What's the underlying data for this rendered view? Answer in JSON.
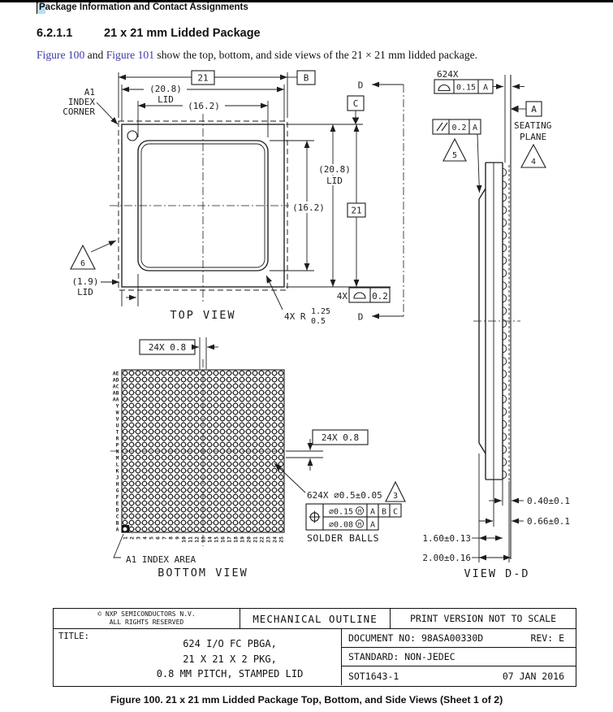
{
  "page": {
    "top_header": "Package Information and Contact Assignments",
    "section_number": "6.2.1.1",
    "section_title": "21 x 21 mm Lidded Package",
    "intro_link1": "Figure 100",
    "intro_mid": " and ",
    "intro_link2": "Figure 101",
    "intro_rest": " show the top, bottom, and side views of the 21 × 21 mm lidded package.",
    "caption": "Figure 100. 21 x 21 mm Lidded Package Top, Bottom, and Side Views (Sheet 1 of 2)"
  },
  "top_view": {
    "view_label": "TOP VIEW",
    "dim_width": "21",
    "dim_lid_width": "(20.8)",
    "dim_lid_width_suffix": "LID",
    "dim_inner_width": "(16.2)",
    "dim_lid_height": "(20.8)",
    "dim_lid_height_suffix": "LID",
    "dim_inner_height": "(16.2)",
    "dim_height": "21",
    "dim_lid_margin": "(1.9)",
    "dim_lid_margin_suffix": "LID",
    "datum_b": "B",
    "datum_c": "C",
    "section_d_top": "D",
    "section_d_bottom": "D",
    "a1_note": [
      "A1",
      "INDEX",
      "CORNER"
    ],
    "note_flag_6": "6",
    "radius_note": "4X R",
    "radius_upper": "1.25",
    "radius_lower": "0.5",
    "flatness_qty": "4X",
    "flatness_value": "0.2"
  },
  "bottom_view": {
    "view_label": "BOTTOM VIEW",
    "pitch_note_top": "24X 0.8",
    "pitch_note_side": "24X 0.8",
    "ball_note": "624X ∅0.5±0.05",
    "ball_note_flag": "3",
    "fcf_tol1": "∅0.15",
    "fcf_mod1": "M",
    "fcf_datum_a": "A",
    "fcf_datum_b": "B",
    "fcf_datum_c": "C",
    "fcf_tol2": "∅0.08",
    "fcf_mod2": "M",
    "fcf_datum_a2": "A",
    "solder_balls_label": "SOLDER BALLS",
    "a1_index_label": "A1 INDEX AREA",
    "row_labels": [
      "AE",
      "AD",
      "AC",
      "AB",
      "AA",
      "Y",
      "W",
      "V",
      "U",
      "T",
      "R",
      "P",
      "N",
      "M",
      "L",
      "K",
      "J",
      "H",
      "G",
      "F",
      "E",
      "D",
      "C",
      "B",
      "A"
    ],
    "col_labels": [
      "1",
      "2",
      "3",
      "4",
      "5",
      "6",
      "7",
      "8",
      "9",
      "10",
      "11",
      "12",
      "13",
      "14",
      "15",
      "16",
      "17",
      "18",
      "19",
      "20",
      "21",
      "22",
      "23",
      "24",
      "25"
    ]
  },
  "side_view": {
    "view_label": "VIEW D-D",
    "crown_qty": "624X",
    "crown_tolerance": "0.15",
    "crown_datum": "A",
    "parallel_tolerance": "0.2",
    "parallel_datum": "A",
    "datum_a": "A",
    "seating_line1": "SEATING",
    "seating_line2": "PLANE",
    "note_flag_4": "4",
    "note_flag_5": "5",
    "dim_standoff": "0.40±0.1",
    "dim_ball_height": "0.66±0.1",
    "dim_body_thickness": "1.60±0.13",
    "dim_total_thickness": "2.00±0.16"
  },
  "title_block": {
    "copyright_line1": "© NXP SEMICONDUCTORS N.V.",
    "copyright_line2": "ALL RIGHTS RESERVED",
    "outline_label": "MECHANICAL OUTLINE",
    "scale_note": "PRINT VERSION NOT TO SCALE",
    "title_label": "TITLE:",
    "title_line1": "624 I/O FC PBGA,",
    "title_line2": "21 X 21 X 2 PKG,",
    "title_line3": "0.8 MM PITCH, STAMPED LID",
    "document_no": "DOCUMENT NO: 98ASA00330D",
    "revision": "REV: E",
    "standard": "STANDARD: NON-JEDEC",
    "package_code": "SOT1643-1",
    "date": "07 JAN 2016"
  }
}
